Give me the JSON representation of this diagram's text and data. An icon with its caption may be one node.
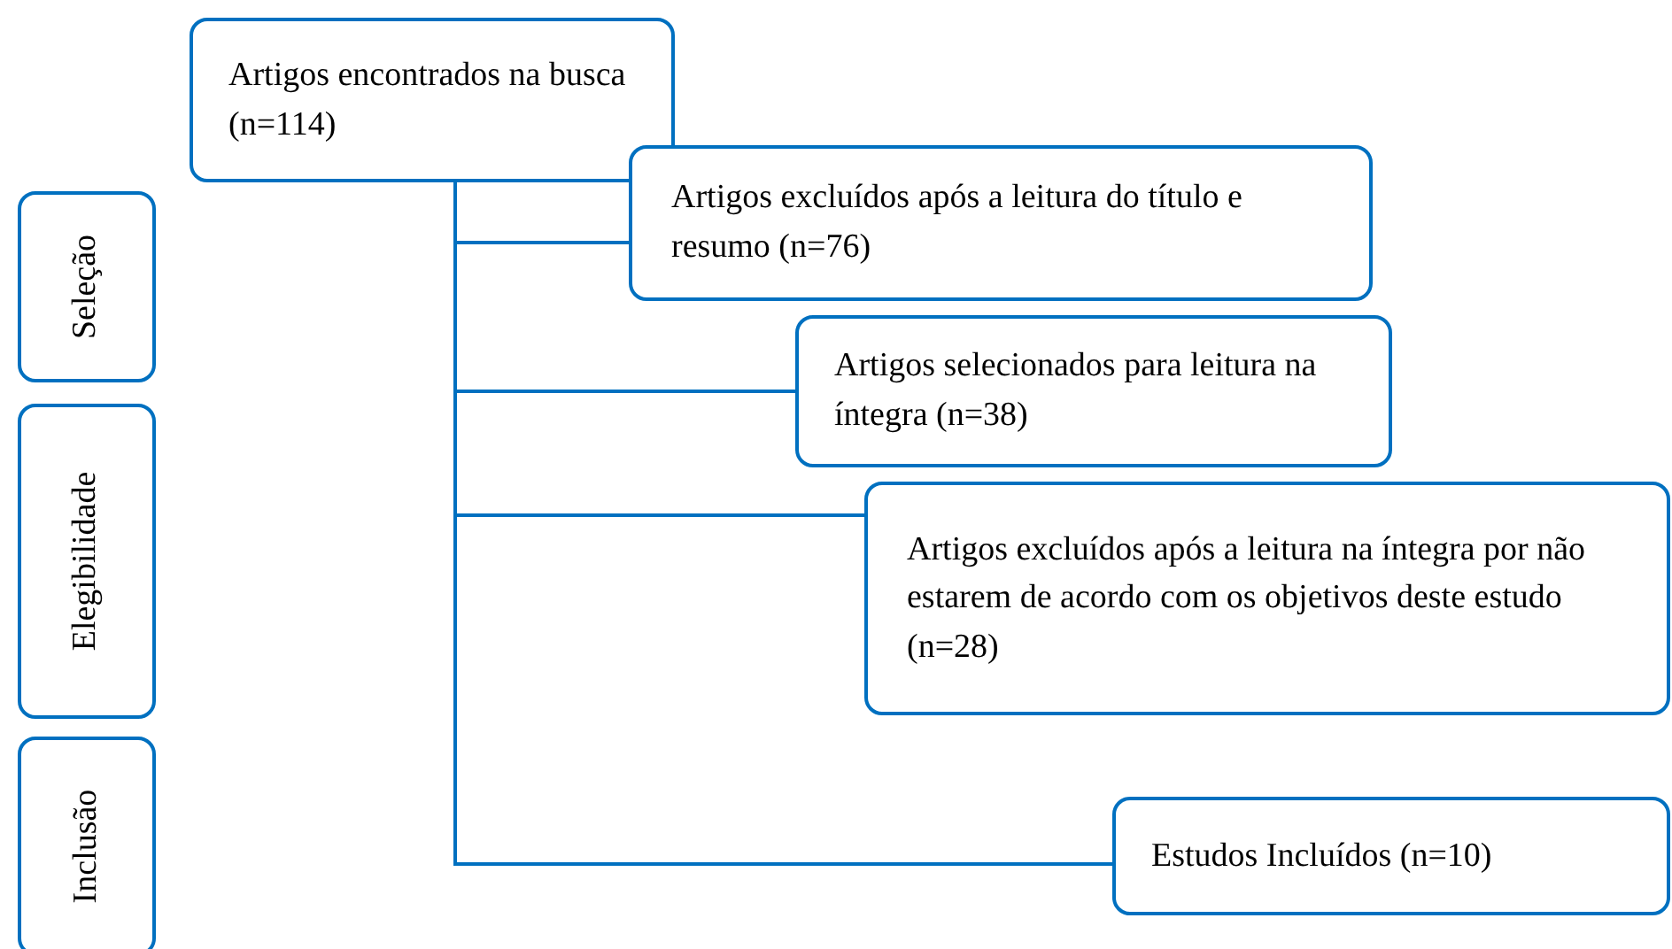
{
  "diagram": {
    "nodes": [
      {
        "text": [
          "Artigos encontrados na busca (n=114)"
        ]
      },
      {
        "text": [
          "Artigos excluídos após a leitura do título e resumo (n=76)"
        ]
      },
      {
        "text": [
          "Artigos selecionados para leitura na íntegra (n=38)"
        ]
      },
      {
        "text": [
          "Artigos excluídos após a leitura na íntegra por não estarem de acordo com os objetivos deste estudo (n=28)"
        ]
      },
      {
        "text": [
          "Estudos Incluídos (n=10)"
        ]
      },
      {
        "text": [
          "Seleção"
        ]
      },
      {
        "text": [
          "Elegibilidade"
        ]
      },
      {
        "text": [
          "Inclusão"
        ]
      }
    ],
    "edges": [
      {
        "from": 0,
        "to": 1,
        "arrow": "none"
      },
      {
        "from": 0,
        "to": 2,
        "arrow": "none"
      },
      {
        "from": 0,
        "to": 3,
        "arrow": "none"
      },
      {
        "from": 0,
        "to": 4,
        "arrow": "none"
      }
    ]
  }
}
